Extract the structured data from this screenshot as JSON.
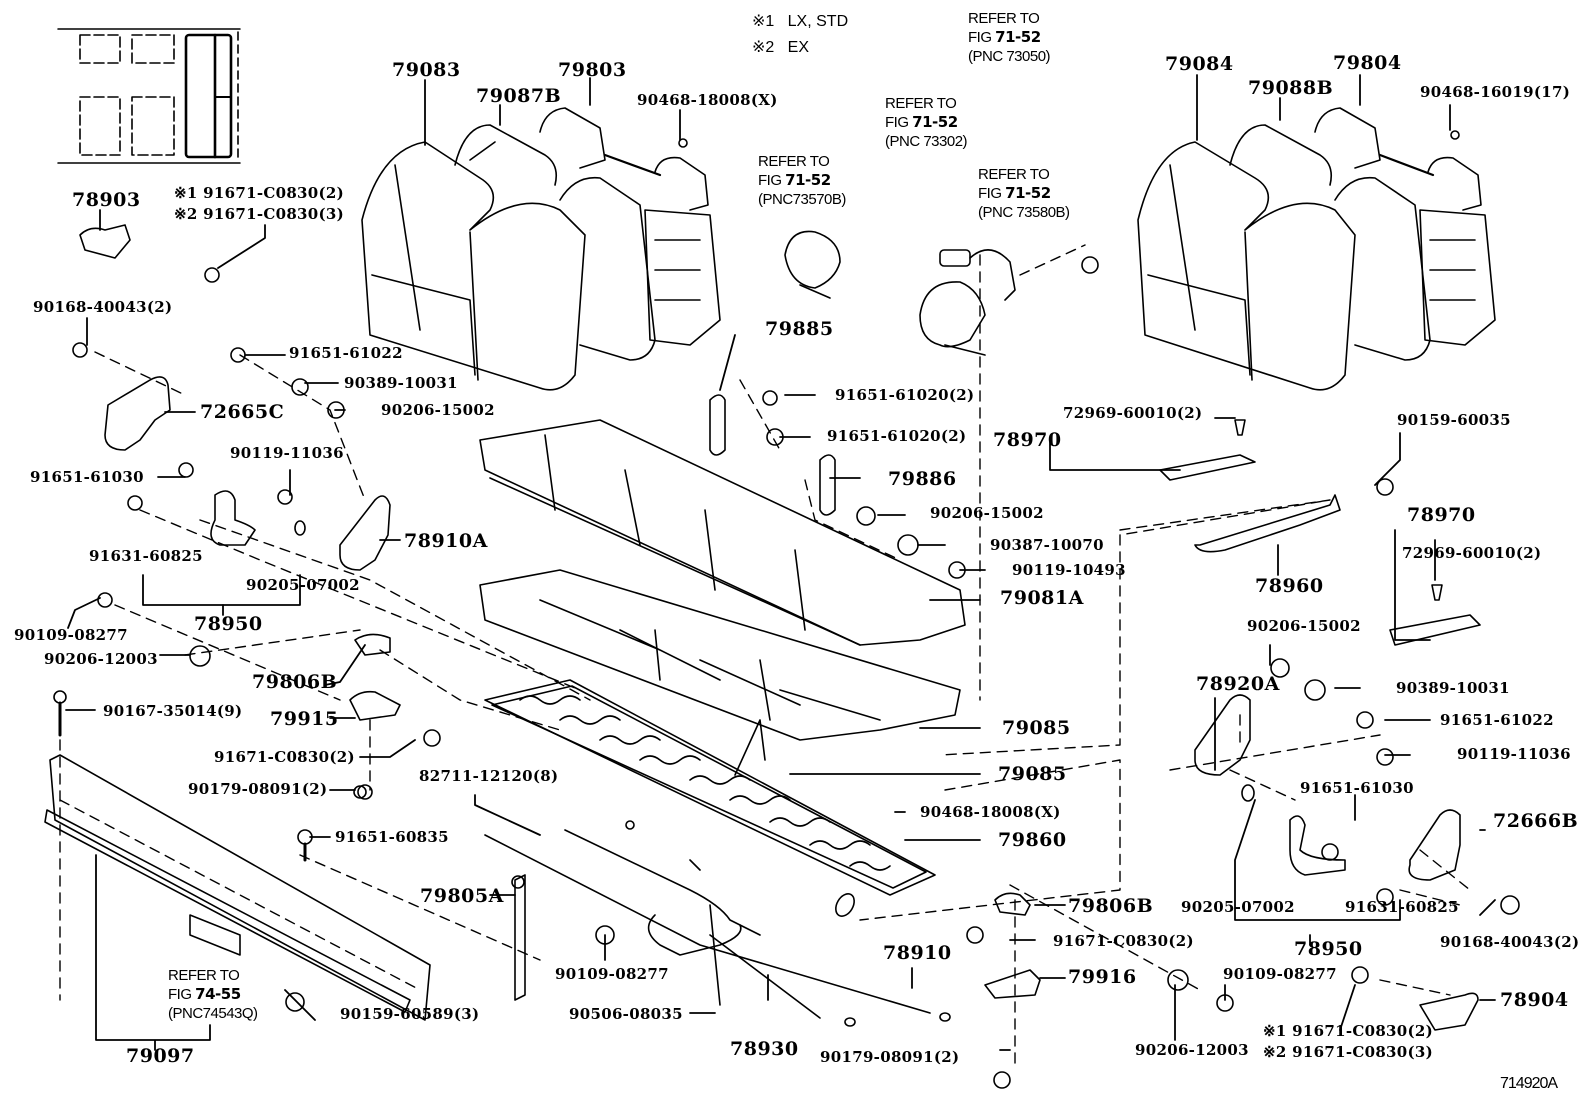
{
  "diagram": {
    "figure_id": "714920A",
    "notes": [
      {
        "mark": "※1",
        "text": "LX, STD"
      },
      {
        "mark": "※2",
        "text": "EX"
      }
    ],
    "references": [
      {
        "line1": "REFER TO",
        "line2": "FIG",
        "fig": "71-52",
        "line3": "(PNC 73050)"
      },
      {
        "line1": "REFER TO",
        "line2": "FIG",
        "fig": "71-52",
        "line3": "(PNC 73302)"
      },
      {
        "line1": "REFER TO",
        "line2": "FIG",
        "fig": "71-52",
        "line3": "(PNC73570B)"
      },
      {
        "line1": "REFER TO",
        "line2": "FIG",
        "fig": "71-52",
        "line3": "(PNC 73580B)"
      },
      {
        "line1": "REFER TO",
        "line2": "FIG",
        "fig": "74-55",
        "line3": "(PNC74543Q)"
      }
    ],
    "parts": {
      "p79083": "79083",
      "p79087B": "79087B",
      "p79803": "79803",
      "p90468_18008_top": "90468-18008(X)",
      "p79084": "79084",
      "p79088B": "79088B",
      "p79804": "79804",
      "p90468_16019": "90468-16019(17)",
      "p78903": "78903",
      "p91671_c0830_n1_left": "※1  91671-C0830(2)",
      "p91671_c0830_n2_left": "※2  91671-C0830(3)",
      "p90168_40043_left": "90168-40043(2)",
      "p91651_61022_left": "91651-61022",
      "p90389_10031_left": "90389-10031",
      "p90206_15002_left": "90206-15002",
      "p72665C": "72665C",
      "p90119_11036_left": "90119-11036",
      "p91651_61030_left": "91651-61030",
      "p78910A": "78910A",
      "p91631_60825_left": "91631-60825",
      "p90205_07002_left": "90205-07002",
      "p78950_left": "78950",
      "p90109_08277_left": "90109-08277",
      "p90206_12003_left": "90206-12003",
      "p79806B_left": "79806B",
      "p90167_35014": "90167-35014(9)",
      "p79915": "79915",
      "p91671_c0830_mid": "91671-C0830(2)",
      "p90179_08091_left": "90179-08091(2)",
      "p82711_12120": "82711-12120(8)",
      "p91651_60835": "91651-60835",
      "p79805A": "79805A",
      "p90109_08277_mid": "90109-08277",
      "p90506_08035": "90506-08035",
      "p78930": "78930",
      "p90159_60589": "90159-60589(3)",
      "p79097": "79097",
      "p78910": "78910",
      "p90179_08091_bottom": "90179-08091(2)",
      "p79885": "79885",
      "p91651_61020_a": "91651-61020(2)",
      "p91651_61020_b": "91651-61020(2)",
      "p79886": "79886",
      "p90206_15002_mid": "90206-15002",
      "p90387_10070": "90387-10070",
      "p90119_10493": "90119-10493",
      "p79081A": "79081A",
      "p79085_a": "79085",
      "p79085_b": "79085",
      "p90468_18008_mid": "90468-18008(X)",
      "p79860": "79860",
      "p78970_a": "78970",
      "p72969_60010_a": "72969-60010(2)",
      "p90159_60035": "90159-60035",
      "p78960": "78960",
      "p78970_b": "78970",
      "p72969_60010_b": "72969-60010(2)",
      "p90206_15002_right": "90206-15002",
      "p78920A": "78920A",
      "p90389_10031_right": "90389-10031",
      "p91651_61022_right": "91651-61022",
      "p90119_11036_right": "90119-11036",
      "p91651_61030_right": "91651-61030",
      "p72666B": "72666B",
      "p90205_07002_right": "90205-07002",
      "p91631_60825_right": "91631-60825",
      "p78950_right": "78950",
      "p90168_40043_right": "90168-40043(2)",
      "p79806B_right": "79806B",
      "p91671_c0830_right_mid": "91671-C0830(2)",
      "p79916": "79916",
      "p90109_08277_right": "90109-08277",
      "p90206_12003_right": "90206-12003",
      "p78904": "78904",
      "p91671_c0830_n1_right": "※1  91671-C0830(2)",
      "p91671_c0830_n2_right": "※2  91671-C0830(3)"
    }
  }
}
